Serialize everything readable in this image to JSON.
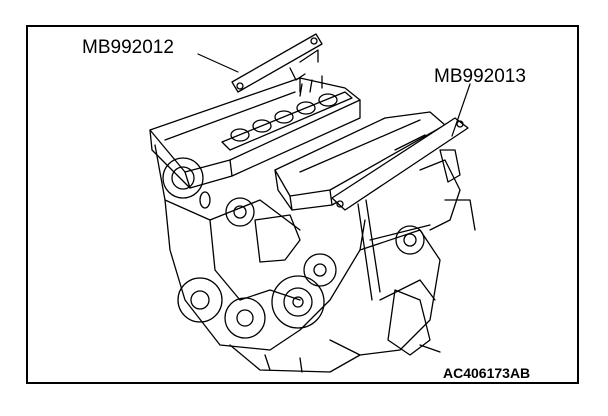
{
  "figure": {
    "id_label": "AC406173AB"
  },
  "callouts": [
    {
      "label": "MB992012"
    },
    {
      "label": "MB992013"
    }
  ],
  "colors": {
    "line": "#000000",
    "background": "#ffffff"
  }
}
